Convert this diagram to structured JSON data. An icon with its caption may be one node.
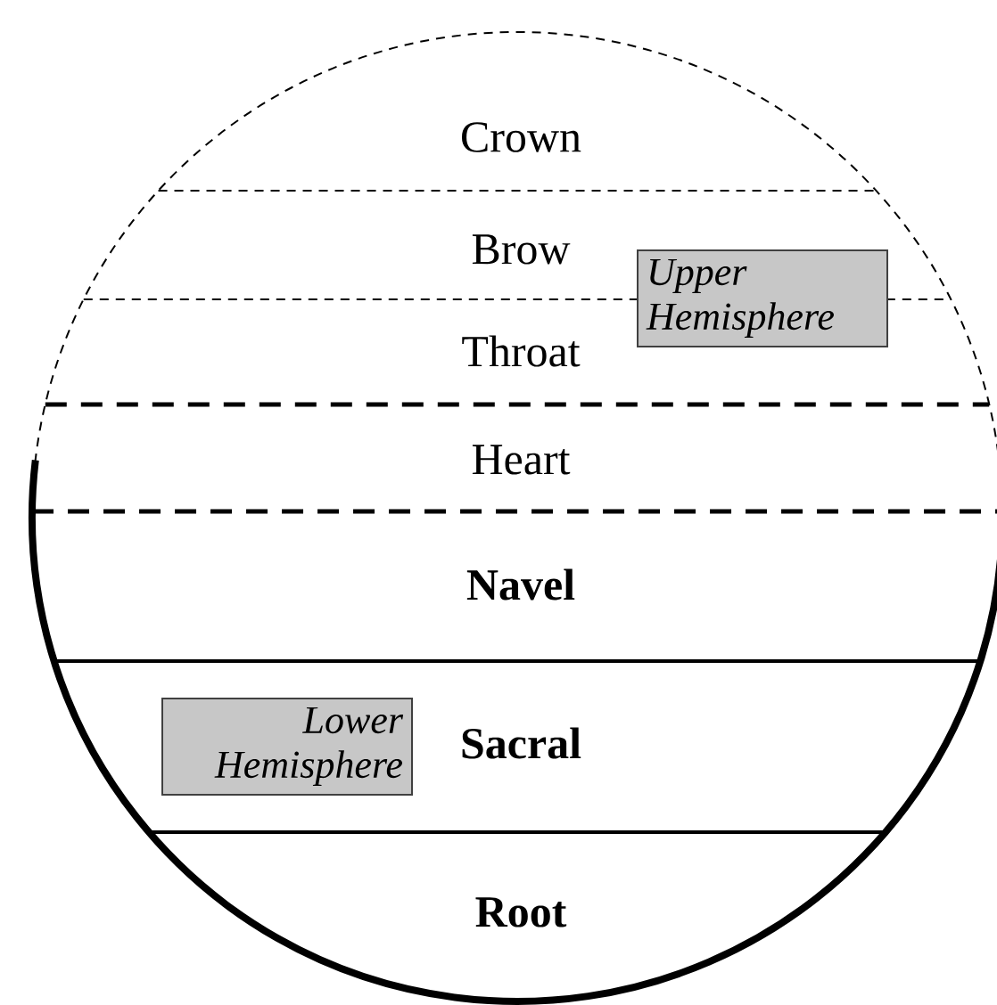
{
  "diagram": {
    "nodes": [
      {
        "text": [
          "Upper Hemisphere"
        ]
      },
      {
        "text": [
          "Lower Hemisphere"
        ]
      }
    ],
    "labels": [
      "Crown",
      "Brow",
      "Throat",
      "Heart",
      "Navel",
      "Sacral",
      "Root"
    ]
  }
}
